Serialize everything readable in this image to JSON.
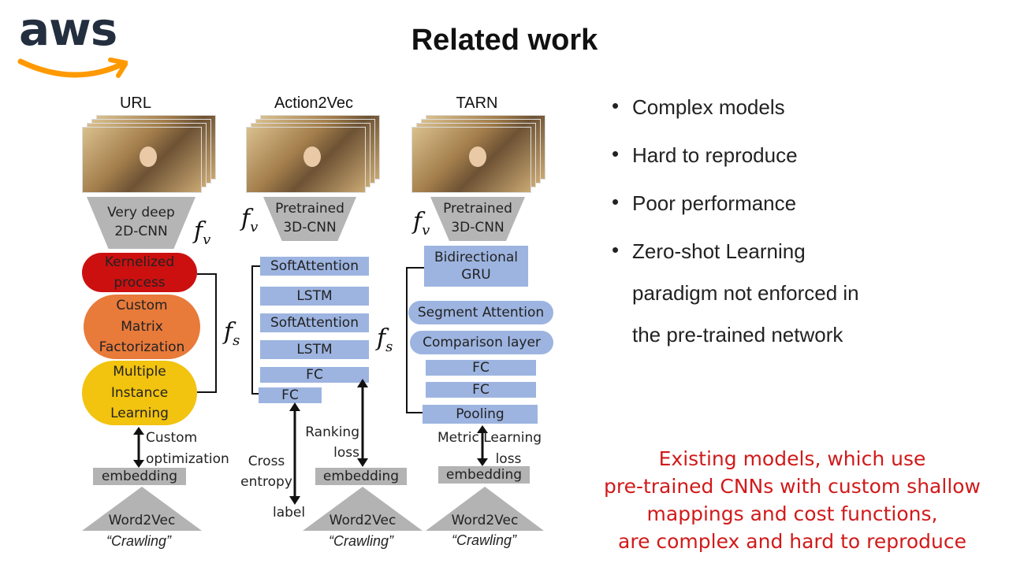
{
  "logo": {
    "text": "aws",
    "name": "aws-logo"
  },
  "title": "Related work",
  "columns": {
    "url": {
      "heading": "URL",
      "cnn": [
        "Very deep",
        "2D-CNN"
      ],
      "fv": "fv",
      "fs": "fs",
      "stages": [
        "Kernelized process",
        "Custom Matrix Factorization",
        "Multiple Instance Learning"
      ],
      "loss": [
        "Custom",
        "optimization"
      ],
      "embedding": "embedding",
      "word2vec": "Word2Vec",
      "example": "“Crawling”"
    },
    "action2vec": {
      "heading": "Action2Vec",
      "cnn": [
        "Pretrained",
        "3D-CNN"
      ],
      "fv": "fv",
      "fs": "fs",
      "layers": [
        "SoftAttention",
        "LSTM",
        "SoftAttention",
        "LSTM",
        "FC",
        "FC"
      ],
      "cross_entropy": [
        "Cross",
        "entropy"
      ],
      "label": "label",
      "ranking_loss": [
        "Ranking",
        "loss"
      ],
      "embedding": "embedding",
      "word2vec": "Word2Vec",
      "example": "“Crawling”"
    },
    "tarn": {
      "heading": "TARN",
      "cnn": [
        "Pretrained",
        "3D-CNN"
      ],
      "fv": "fv",
      "fs": "fs",
      "layers": [
        "Bidirectional GRU",
        "Segment Attention",
        "Comparison layer",
        "FC",
        "FC",
        "Pooling"
      ],
      "metric_loss": [
        "Metric Learning",
        "loss"
      ],
      "embedding": "embedding",
      "word2vec": "Word2Vec",
      "example": "“Crawling”"
    }
  },
  "bullets": [
    "Complex models",
    "Hard to reproduce",
    "Poor performance",
    "Zero-shot Learning",
    "paradigm not enforced in",
    "the pre-trained network"
  ],
  "note": [
    "Existing models, which use",
    "pre-trained CNNs with custom shallow",
    "mappings and cost functions,",
    "are complex and hard to reproduce"
  ],
  "colors": {
    "kernelized": "#cc1010",
    "custom_matrix": "#e87a3a",
    "multiple_instance": "#f2c30f",
    "layer_blue": "#9db4e0",
    "gray": "#b3b3b3",
    "note_red": "#d11a1a",
    "aws_orange": "#ff9900",
    "aws_text": "#232f3e"
  }
}
